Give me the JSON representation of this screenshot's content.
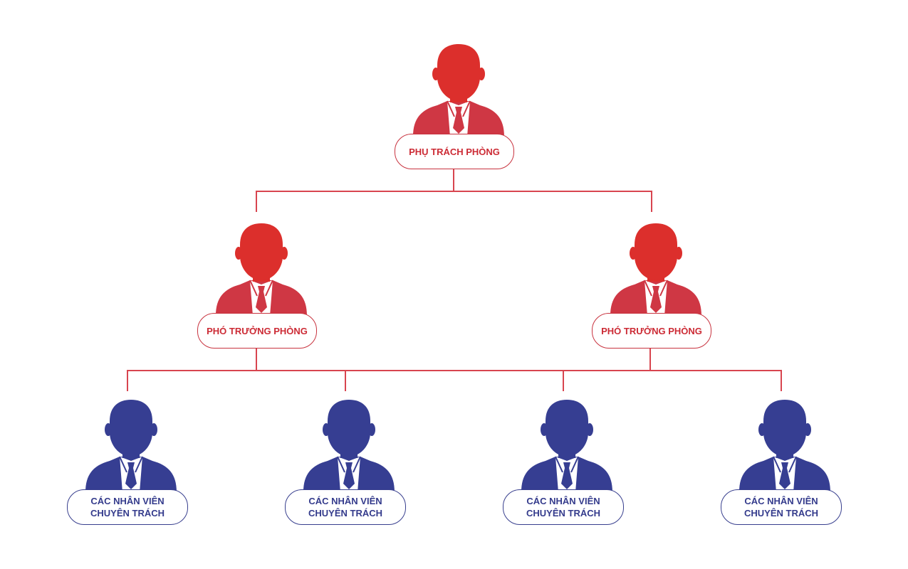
{
  "colors": {
    "head": "#dc2f2c",
    "body_red": "#cf3744",
    "blue": "#363e92",
    "line": "#d8454f"
  },
  "nodes": {
    "head": {
      "label_lines": [
        "PHỤ TRÁCH PHÒNG"
      ],
      "icon": "person-icon"
    },
    "deputy1": {
      "label_lines": [
        "PHÓ TRƯỞNG PHÒNG"
      ],
      "icon": "person-icon"
    },
    "deputy2": {
      "label_lines": [
        "PHÓ TRƯỞNG PHÒNG"
      ],
      "icon": "person-icon"
    },
    "staff1": {
      "label_lines": [
        "CÁC NHÂN VIÊN",
        "CHUYÊN TRÁCH"
      ],
      "icon": "person-icon"
    },
    "staff2": {
      "label_lines": [
        "CÁC NHÂN VIÊN",
        "CHUYÊN TRÁCH"
      ],
      "icon": "person-icon"
    },
    "staff3": {
      "label_lines": [
        "CÁC NHÂN VIÊN",
        "CHUYÊN TRÁCH"
      ],
      "icon": "person-icon"
    },
    "staff4": {
      "label_lines": [
        "CÁC NHÂN VIÊN",
        "CHUYÊN TRÁCH"
      ],
      "icon": "person-icon"
    }
  }
}
